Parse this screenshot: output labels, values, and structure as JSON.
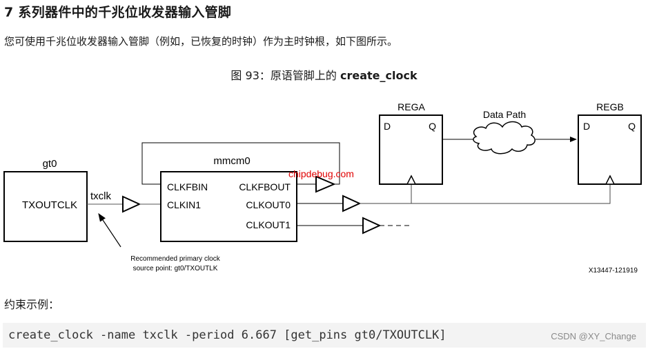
{
  "heading": "7 系列器件中的千兆位收发器输入管脚",
  "paragraph": "您可使用千兆位收发器输入管脚（例如，已恢复的时钟）作为主时钟根，如下图所示。",
  "figure": {
    "caption_prefix": "图 93：原语管脚上的 ",
    "caption_code": "create_clock",
    "blocks": {
      "gt0": {
        "title": "gt0",
        "pin": "TXOUTCLK"
      },
      "mmcm0": {
        "title": "mmcm0",
        "pins_left": [
          "CLKFBIN",
          "CLKIN1"
        ],
        "pins_right": [
          "CLKFBOUT",
          "CLKOUT0",
          "CLKOUT1"
        ]
      },
      "rega": {
        "title": "REGA",
        "d": "D",
        "q": "Q"
      },
      "regb": {
        "title": "REGB",
        "d": "D",
        "q": "Q"
      }
    },
    "net_label": "txclk",
    "data_path_label": "Data Path",
    "annotation_line1": "Recommended primary clock",
    "annotation_line2": "source point: gt0/TXOUTLK",
    "figure_id": "X13447-121919",
    "watermark_site": "chipdebug.com"
  },
  "subheading": "约束示例：",
  "code": "create_clock -name txclk -period 6.667 [get_pins gt0/TXOUTCLK]",
  "credit": "CSDN @XY_Change",
  "colors": {
    "watermark": "#e00000",
    "code_bg": "#f3f3f3"
  }
}
